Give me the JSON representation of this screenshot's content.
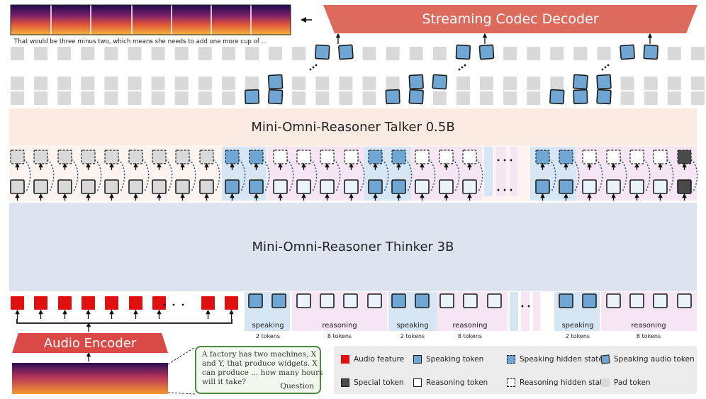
{
  "decoder": {
    "label": "Streaming Codec Decoder",
    "color": "#dc6b5e"
  },
  "transcript": "That would be three minus two, which means she needs to add one more cup of ...",
  "talker": {
    "label": "Mini-Omni-Reasoner Talker 0.5B",
    "color": "#fcebe2"
  },
  "thinker": {
    "label": "Mini-Omni-Reasoner Thinker 3B",
    "color": "#dde4ef"
  },
  "audio_encoder": {
    "label": "Audio Encoder",
    "color": "#d94a46"
  },
  "question": {
    "lines": [
      "A factory has two machines,  X",
      "and Y, that produce widgets. X",
      "can produce ... how many hours",
      "will it take?"
    ],
    "tag": "Question"
  },
  "groups": [
    {
      "name": "speaking",
      "count": "2 tokens"
    },
    {
      "name": "reasoning",
      "count": "8 tokens"
    },
    {
      "name": "speaking",
      "count": "2 tokens"
    },
    {
      "name": "reasoning",
      "count": "8 tokens"
    },
    {
      "name": "speaking",
      "count": "2 tokens"
    },
    {
      "name": "reasoning",
      "count": "8 tokens"
    }
  ],
  "legend": [
    {
      "label": "Audio feature",
      "swatch": "audio"
    },
    {
      "label": "Speaking token",
      "swatch": "speaking"
    },
    {
      "label": "Speaking hidden state",
      "swatch": "speaking-hidden"
    },
    {
      "label": "Speaking audio token",
      "swatch": "speaking-audio"
    },
    {
      "label": "Special token",
      "swatch": "special"
    },
    {
      "label": "Reasoning token",
      "swatch": "reasoning"
    },
    {
      "label": "Reasoning hidden state",
      "swatch": "reasoning-hidden"
    },
    {
      "label": "Pad token",
      "swatch": "pad"
    }
  ],
  "colors": {
    "speaking_fill": "#6fa6d4",
    "reasoning_fill": "#eaf3f8",
    "pad_fill": "#d9d9d9",
    "special_fill": "#4a4a4a",
    "audio_feature": "#e01010",
    "speaking_bg": "#d6e6f4",
    "reasoning_bg": "#f6e6f3",
    "question_border": "#4e8a3c"
  }
}
